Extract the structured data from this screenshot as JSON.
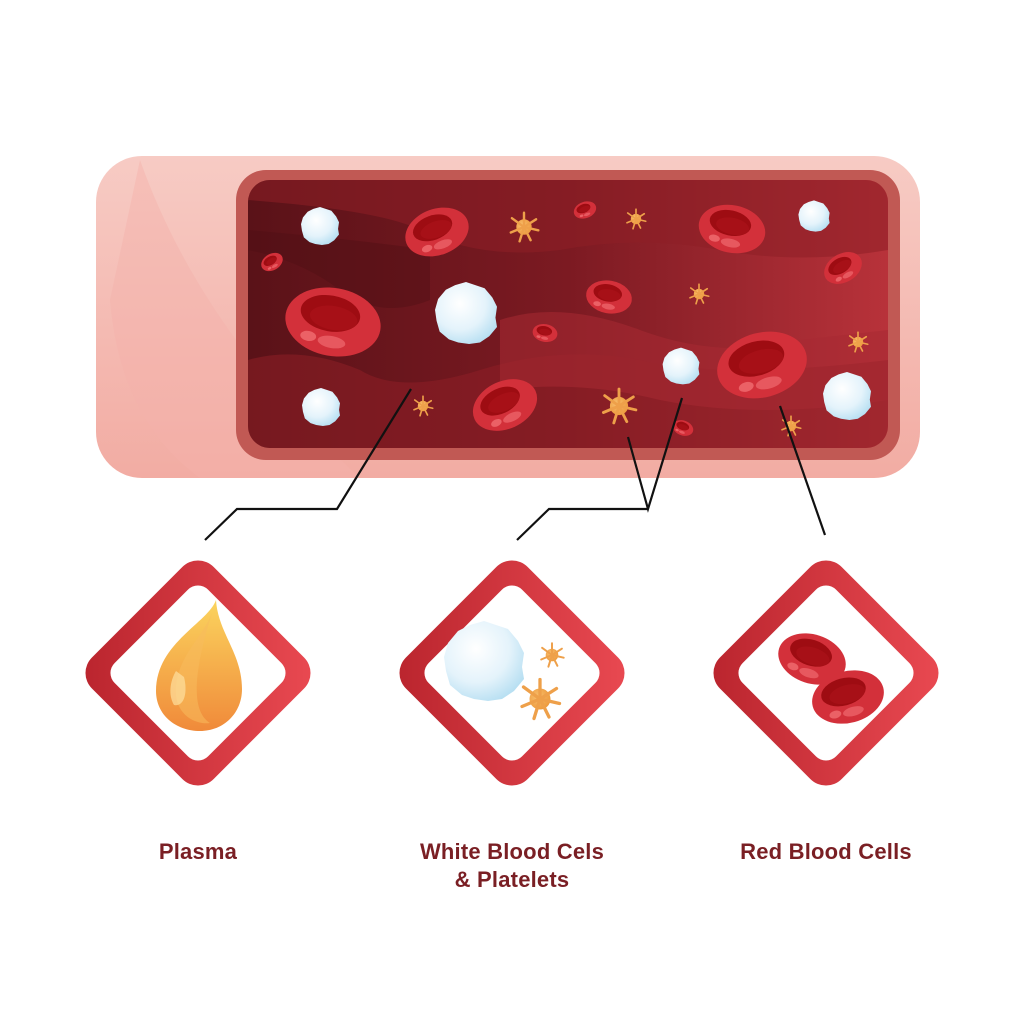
{
  "diagram": {
    "title": "Blood composition diagram",
    "vessel": {
      "name": "blood vessel cross-section",
      "colors": {
        "outer_wall": "#f6c4bd",
        "inner_rim": "#c45a55",
        "blood_dark": "#5e1419",
        "blood_light": "#9e2430"
      }
    },
    "components": [
      {
        "id": "plasma",
        "label_lines": [
          "Plasma"
        ],
        "icon": "plasma-drop-icon"
      },
      {
        "id": "wbc-platelets",
        "label_lines": [
          "White Blood Cels",
          "& Platelets"
        ],
        "icon": "white-cell-platelets-icon"
      },
      {
        "id": "rbc",
        "label_lines": [
          "Red Blood Cells"
        ],
        "icon": "red-blood-cells-icon"
      }
    ],
    "colors": {
      "frame_red": "#e0414a",
      "label_text": "#7a1f24",
      "rbc": "#d8333b",
      "rbc_center": "#9e0c12",
      "wbc": "#e6f4fb",
      "platelet": "#f0a244",
      "plasma": "#f5a94a"
    }
  }
}
